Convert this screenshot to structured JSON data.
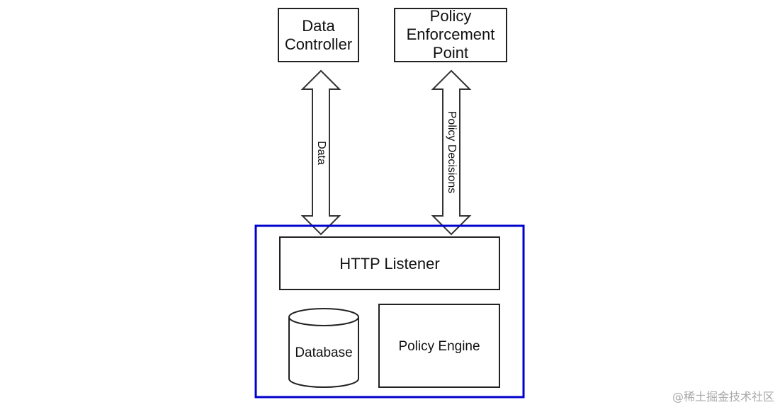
{
  "nodes": {
    "data_controller": {
      "lines": [
        "Data",
        "Controller"
      ]
    },
    "policy_enforcement_point": {
      "lines": [
        "Policy",
        "Enforcement",
        "Point"
      ]
    },
    "http_listener": {
      "label": "HTTP Listener"
    },
    "database": {
      "label": "Database"
    },
    "policy_engine": {
      "label": "Policy Engine"
    }
  },
  "edges": {
    "data": {
      "label": "Data",
      "direction": "bidirectional"
    },
    "policy_decisions": {
      "label": "Policy Decisions",
      "direction": "bidirectional"
    }
  },
  "container": {
    "border_color": "#0000cc"
  },
  "watermark": "@稀土掘金技术社区"
}
